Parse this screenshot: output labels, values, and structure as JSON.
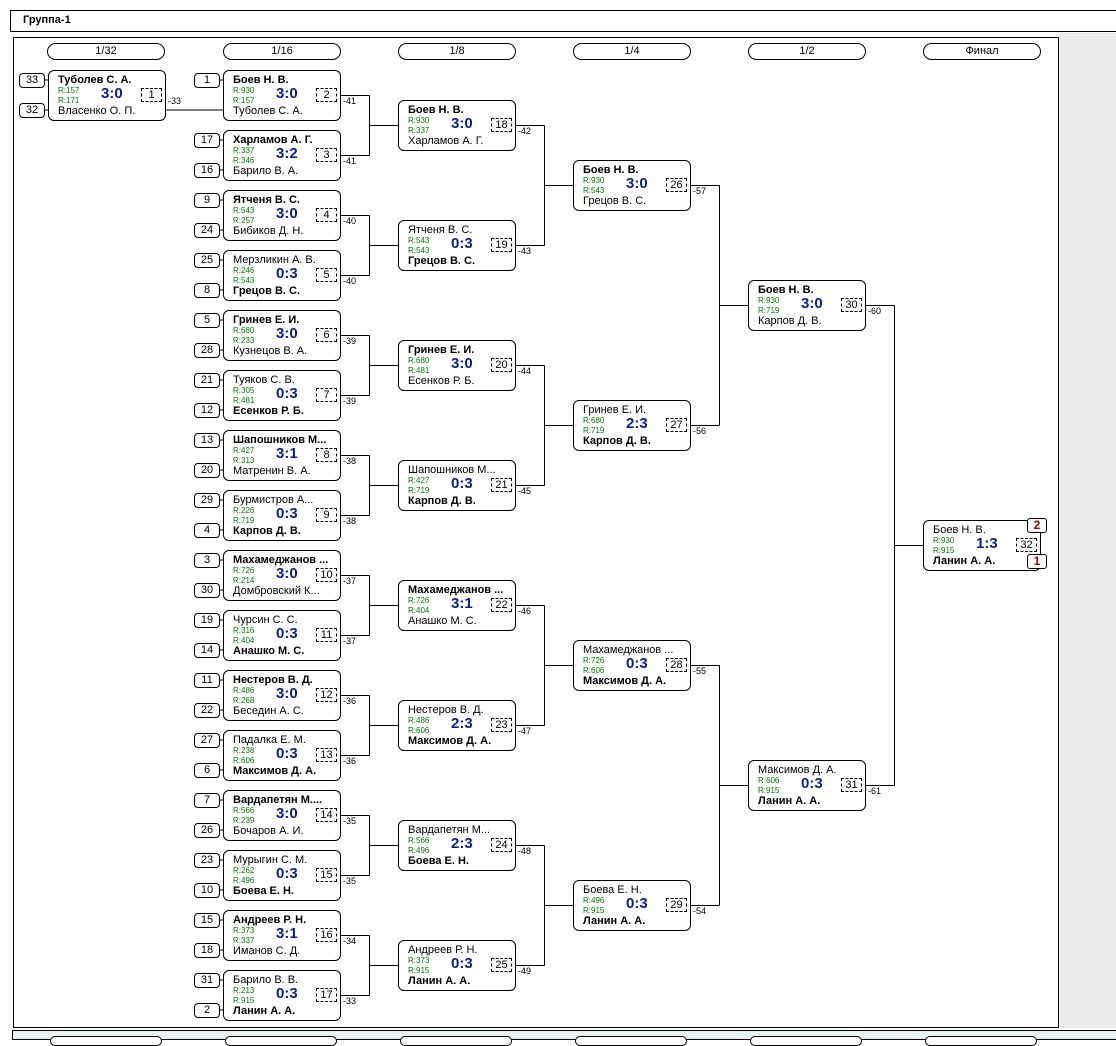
{
  "window": {
    "title": "Группа-1"
  },
  "rounds": [
    "1/32",
    "1/16",
    "1/8",
    "1/4",
    "1/2",
    "Финал"
  ],
  "colors": {
    "score": "#0a1f8f",
    "rating": "#007a00",
    "place": "#a00000"
  },
  "matches": [
    {
      "n": "1",
      "p1": "Туболев С. А.",
      "p2": "Власенко О. П.",
      "r1": "R:157",
      "r2": "R:171",
      "score": "3:0",
      "w": 1,
      "seeds": [
        "33",
        "32"
      ],
      "lab": "-33"
    },
    {
      "n": "2",
      "p1": "Боев Н. В.",
      "p2": "Туболев С. А.",
      "r1": "R:930",
      "r2": "R:157",
      "score": "3:0",
      "w": 1,
      "seeds": [
        "1",
        ""
      ],
      "lab": "-41"
    },
    {
      "n": "3",
      "p1": "Харламов А. Г.",
      "p2": "Барило В. А.",
      "r1": "R:337",
      "r2": "R:346",
      "score": "3:2",
      "w": 1,
      "seeds": [
        "17",
        "16"
      ],
      "lab": "-41"
    },
    {
      "n": "4",
      "p1": "Ятченя В. С.",
      "p2": "Бибиков Д. Н.",
      "r1": "R:543",
      "r2": "R:257",
      "score": "3:0",
      "w": 1,
      "seeds": [
        "9",
        "24"
      ],
      "lab": "-40"
    },
    {
      "n": "5",
      "p1": "Мерзликин А. В.",
      "p2": "Грецов В. С.",
      "r1": "R:246",
      "r2": "R:543",
      "score": "0:3",
      "w": 2,
      "seeds": [
        "25",
        "8"
      ],
      "lab": "-40"
    },
    {
      "n": "6",
      "p1": "Гринев Е. И.",
      "p2": "Кузнецов В. А.",
      "r1": "R:680",
      "r2": "R:233",
      "score": "3:0",
      "w": 1,
      "seeds": [
        "5",
        "28"
      ],
      "lab": "-39"
    },
    {
      "n": "7",
      "p1": "Туяков С. В.",
      "p2": "Есенков Р. Б.",
      "r1": "R:305",
      "r2": "R:481",
      "score": "0:3",
      "w": 2,
      "seeds": [
        "21",
        "12"
      ],
      "lab": "-39"
    },
    {
      "n": "8",
      "p1": "Шапошников М...",
      "p2": "Матренин В. А.",
      "r1": "R:427",
      "r2": "R:313",
      "score": "3:1",
      "w": 1,
      "seeds": [
        "13",
        "20"
      ],
      "lab": "-38"
    },
    {
      "n": "9",
      "p1": "Бурмистров А...",
      "p2": "Карпов Д. В.",
      "r1": "R:226",
      "r2": "R:719",
      "score": "0:3",
      "w": 2,
      "seeds": [
        "29",
        "4"
      ],
      "lab": "-38"
    },
    {
      "n": "10",
      "p1": "Махамеджанов ...",
      "p2": "Домбровский К...",
      "r1": "R:726",
      "r2": "R:214",
      "score": "3:0",
      "w": 1,
      "seeds": [
        "3",
        "30"
      ],
      "lab": "-37"
    },
    {
      "n": "11",
      "p1": "Чурсин С. С.",
      "p2": "Анашко М. С.",
      "r1": "R:316",
      "r2": "R:404",
      "score": "0:3",
      "w": 2,
      "seeds": [
        "19",
        "14"
      ],
      "lab": "-37"
    },
    {
      "n": "12",
      "p1": "Нестеров В. Д.",
      "p2": "Беседин А. С.",
      "r1": "R:486",
      "r2": "R:268",
      "score": "3:0",
      "w": 1,
      "seeds": [
        "11",
        "22"
      ],
      "lab": "-36"
    },
    {
      "n": "13",
      "p1": "Падалка Е. М.",
      "p2": "Максимов Д. А.",
      "r1": "R:238",
      "r2": "R:606",
      "score": "0:3",
      "w": 2,
      "seeds": [
        "27",
        "6"
      ],
      "lab": "-36"
    },
    {
      "n": "14",
      "p1": "Вардапетян М....",
      "p2": "Бочаров А. И.",
      "r1": "R:566",
      "r2": "R:239",
      "score": "3:0",
      "w": 1,
      "seeds": [
        "7",
        "26"
      ],
      "lab": "-35"
    },
    {
      "n": "15",
      "p1": "Мурыгин С. М.",
      "p2": "Боева Е. Н.",
      "r1": "R:262",
      "r2": "R:496",
      "score": "0:3",
      "w": 2,
      "seeds": [
        "23",
        "10"
      ],
      "lab": "-35"
    },
    {
      "n": "16",
      "p1": "Андреев Р. Н.",
      "p2": "Иманов С. Д.",
      "r1": "R:373",
      "r2": "R:337",
      "score": "3:1",
      "w": 1,
      "seeds": [
        "15",
        "18"
      ],
      "lab": "-34"
    },
    {
      "n": "17",
      "p1": "Барило В. В.",
      "p2": "Ланин А. А.",
      "r1": "R:213",
      "r2": "R:915",
      "score": "0:3",
      "w": 2,
      "seeds": [
        "31",
        "2"
      ],
      "lab": "-33"
    },
    {
      "n": "18",
      "p1": "Боев Н. В.",
      "p2": "Харламов А. Г.",
      "r1": "R:930",
      "r2": "R:337",
      "score": "3:0",
      "w": 1,
      "lab": "-42"
    },
    {
      "n": "19",
      "p1": "Ятченя В. С.",
      "p2": "Грецов В. С.",
      "r1": "R:543",
      "r2": "R:543",
      "score": "0:3",
      "w": 2,
      "lab": "-43"
    },
    {
      "n": "20",
      "p1": "Гринев Е. И.",
      "p2": "Есенков Р. Б.",
      "r1": "R:680",
      "r2": "R:481",
      "score": "3:0",
      "w": 1,
      "lab": "-44"
    },
    {
      "n": "21",
      "p1": "Шапошников М...",
      "p2": "Карпов Д. В.",
      "r1": "R:427",
      "r2": "R:719",
      "score": "0:3",
      "w": 2,
      "lab": "-45"
    },
    {
      "n": "22",
      "p1": "Махамеджанов ...",
      "p2": "Анашко М. С.",
      "r1": "R:726",
      "r2": "R:404",
      "score": "3:1",
      "w": 1,
      "lab": "-46"
    },
    {
      "n": "23",
      "p1": "Нестеров В. Д.",
      "p2": "Максимов Д. А.",
      "r1": "R:486",
      "r2": "R:606",
      "score": "2:3",
      "w": 2,
      "lab": "-47"
    },
    {
      "n": "24",
      "p1": "Вардапетян М...",
      "p2": "Боева Е. Н.",
      "r1": "R:566",
      "r2": "R:496",
      "score": "2:3",
      "w": 2,
      "lab": "-48"
    },
    {
      "n": "25",
      "p1": "Андреев Р. Н.",
      "p2": "Ланин А. А.",
      "r1": "R:373",
      "r2": "R:915",
      "score": "0:3",
      "w": 2,
      "lab": "-49"
    },
    {
      "n": "26",
      "p1": "Боев Н. В.",
      "p2": "Грецов В. С.",
      "r1": "R:930",
      "r2": "R:543",
      "score": "3:0",
      "w": 1,
      "lab": "-57"
    },
    {
      "n": "27",
      "p1": "Гринев Е. И.",
      "p2": "Карпов Д. В.",
      "r1": "R:680",
      "r2": "R:719",
      "score": "2:3",
      "w": 2,
      "lab": "-56"
    },
    {
      "n": "28",
      "p1": "Махамеджанов ...",
      "p2": "Максимов Д. А.",
      "r1": "R:726",
      "r2": "R:606",
      "score": "0:3",
      "w": 2,
      "lab": "-55"
    },
    {
      "n": "29",
      "p1": "Боева Е. Н.",
      "p2": "Ланин А. А.",
      "r1": "R:496",
      "r2": "R:915",
      "score": "0:3",
      "w": 2,
      "lab": "-54"
    },
    {
      "n": "30",
      "p1": "Боев Н. В.",
      "p2": "Карпов Д. В.",
      "r1": "R:930",
      "r2": "R:719",
      "score": "3:0",
      "w": 1,
      "lab": "-60"
    },
    {
      "n": "31",
      "p1": "Максимов Д. А.",
      "p2": "Ланин А. А.",
      "r1": "R:606",
      "r2": "R:915",
      "score": "0:3",
      "w": 2,
      "lab": "-61"
    },
    {
      "n": "32",
      "p1": "Боев Н. В.",
      "p2": "Ланин А. А.",
      "r1": "R:930",
      "r2": "R:915",
      "score": "1:3",
      "w": 2,
      "lab": "",
      "places": [
        "2",
        "1"
      ]
    }
  ]
}
